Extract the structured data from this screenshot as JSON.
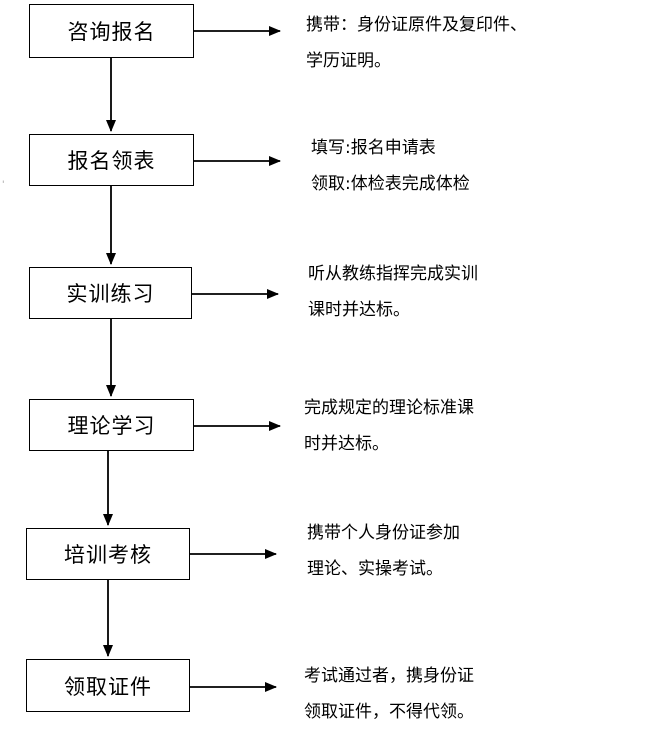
{
  "steps": [
    {
      "label": "咨询报名",
      "note": [
        "携带：身份证原件及复印件、",
        "学历证明。"
      ]
    },
    {
      "label": "报名领表",
      "note": [
        "填写:报名申请表",
        "领取:体检表完成体检"
      ]
    },
    {
      "label": "实训练习",
      "note": [
        "听从教练指挥完成实训",
        "课时并达标。"
      ]
    },
    {
      "label": "理论学习",
      "note": [
        "完成规定的理论标准课",
        "时并达标。"
      ]
    },
    {
      "label": "培训考核",
      "note": [
        "携带个人身份证参加",
        "理论、实操考试。"
      ]
    },
    {
      "label": "领取证件",
      "note": [
        "考试通过者，携身份证",
        "领取证件，不得代领。"
      ]
    }
  ],
  "stray_mark": "'",
  "line_color": "#000000"
}
